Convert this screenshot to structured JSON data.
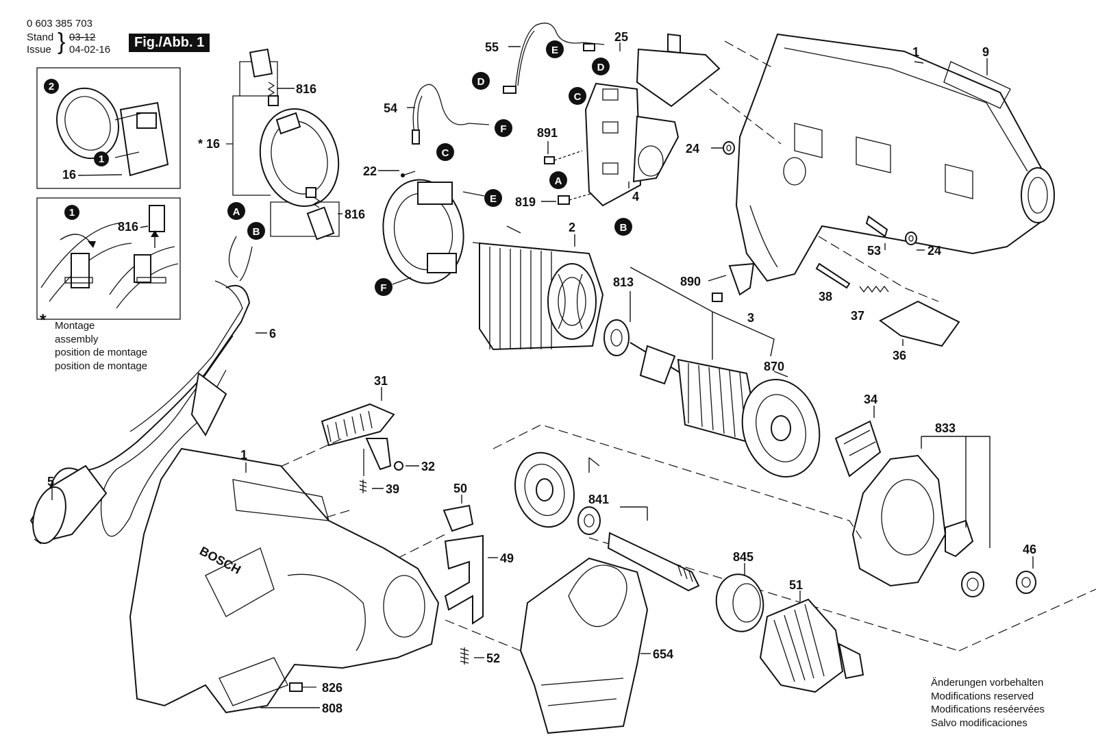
{
  "header": {
    "doc_number": "0 603 385 703",
    "stand_label": "Stand",
    "stand_value": "03-12",
    "issue_label": "Issue",
    "issue_value": "04-02-16",
    "figure_label": "Fig./Abb. 1"
  },
  "assembly_note": {
    "star": "*",
    "lines": [
      "Montage",
      "assembly",
      "position de montage",
      "position de montage"
    ]
  },
  "footer_note": {
    "lines": [
      "Änderungen vorbehalten",
      "Modifications reserved",
      "Modifications reséervées",
      "Salvo modificaciones"
    ]
  },
  "inset_labels": {
    "step_1": "1",
    "step_2": "2",
    "inset_16": "16",
    "inset_816": "816"
  },
  "part_labels": {
    "p1_top": "1",
    "p1_bottom": "1",
    "p2": "2",
    "p3": "3",
    "p4": "4",
    "p5": "5",
    "p6": "6",
    "p9": "9",
    "p16": "16",
    "p16_star": "*",
    "p22": "22",
    "p24_a": "24",
    "p24_b": "24",
    "p25": "25",
    "p31": "31",
    "p32": "32",
    "p34": "34",
    "p36": "36",
    "p37": "37",
    "p38": "38",
    "p39": "39",
    "p46": "46",
    "p49": "49",
    "p50": "50",
    "p51": "51",
    "p52": "52",
    "p53": "53",
    "p54": "54",
    "p55": "55",
    "p654": "654",
    "p808": "808",
    "p813": "813",
    "p816_a": "816",
    "p816_b": "816",
    "p819": "819",
    "p826": "826",
    "p833": "833",
    "p841": "841",
    "p845": "845",
    "p870": "870",
    "p890": "890",
    "p891": "891"
  },
  "connectors": {
    "A": "A",
    "B": "B",
    "C": "C",
    "D": "D",
    "E": "E",
    "F": "F"
  }
}
